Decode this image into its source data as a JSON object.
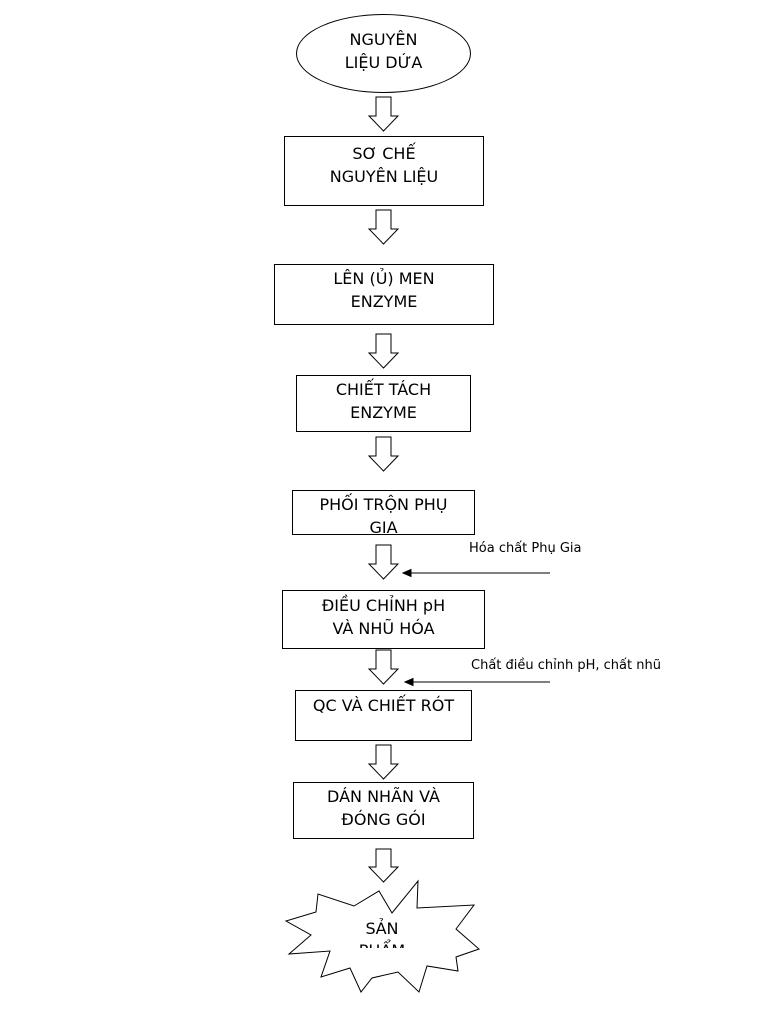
{
  "steps": {
    "start": "NGUYÊN\nLIỆU DỨA",
    "s1": "SƠ CHẾ\nNGUYÊN LIỆU",
    "s2": "LÊN (Ủ) MEN\nENZYME",
    "s3": "CHIẾT TÁCH\nENZYME",
    "s4": "PHỐI TRỘN PHỤ\nGIA",
    "s5": "ĐIỀU CHỈNH pH\nVÀ NHŨ HÓA",
    "s6": "QC VÀ CHIẾT RÓT",
    "s7": "DÁN NHÃN VÀ\nĐÓNG GÓI",
    "end": "SẢN\nPHẨM"
  },
  "inputs": {
    "additive": "Hóa chất Phụ Gia",
    "ph_emulsifier": "Chất điều chỉnh pH, chất nhũ"
  },
  "colors": {
    "stroke": "#000000",
    "fill": "#ffffff"
  }
}
